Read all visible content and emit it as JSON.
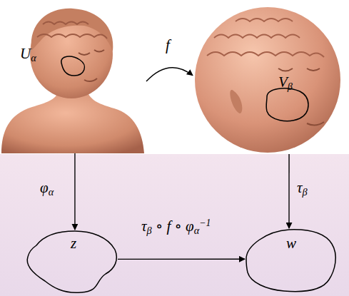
{
  "diagram": {
    "nodes": [
      {
        "text": [
          "Uα"
        ]
      },
      {
        "text": [
          "Vβ"
        ]
      },
      {
        "text": [
          "z"
        ]
      },
      {
        "text": [
          "w"
        ]
      }
    ],
    "edges": [
      {
        "from": 0,
        "to": 1,
        "arrow": "to",
        "label": "f"
      },
      {
        "from": 0,
        "to": 2,
        "arrow": "to",
        "label": "φα"
      },
      {
        "from": 1,
        "to": 3,
        "arrow": "to",
        "label": "τβ"
      },
      {
        "from": 2,
        "to": 3,
        "arrow": "to",
        "label": "τβ ∘ f ∘ φα−1"
      }
    ]
  }
}
